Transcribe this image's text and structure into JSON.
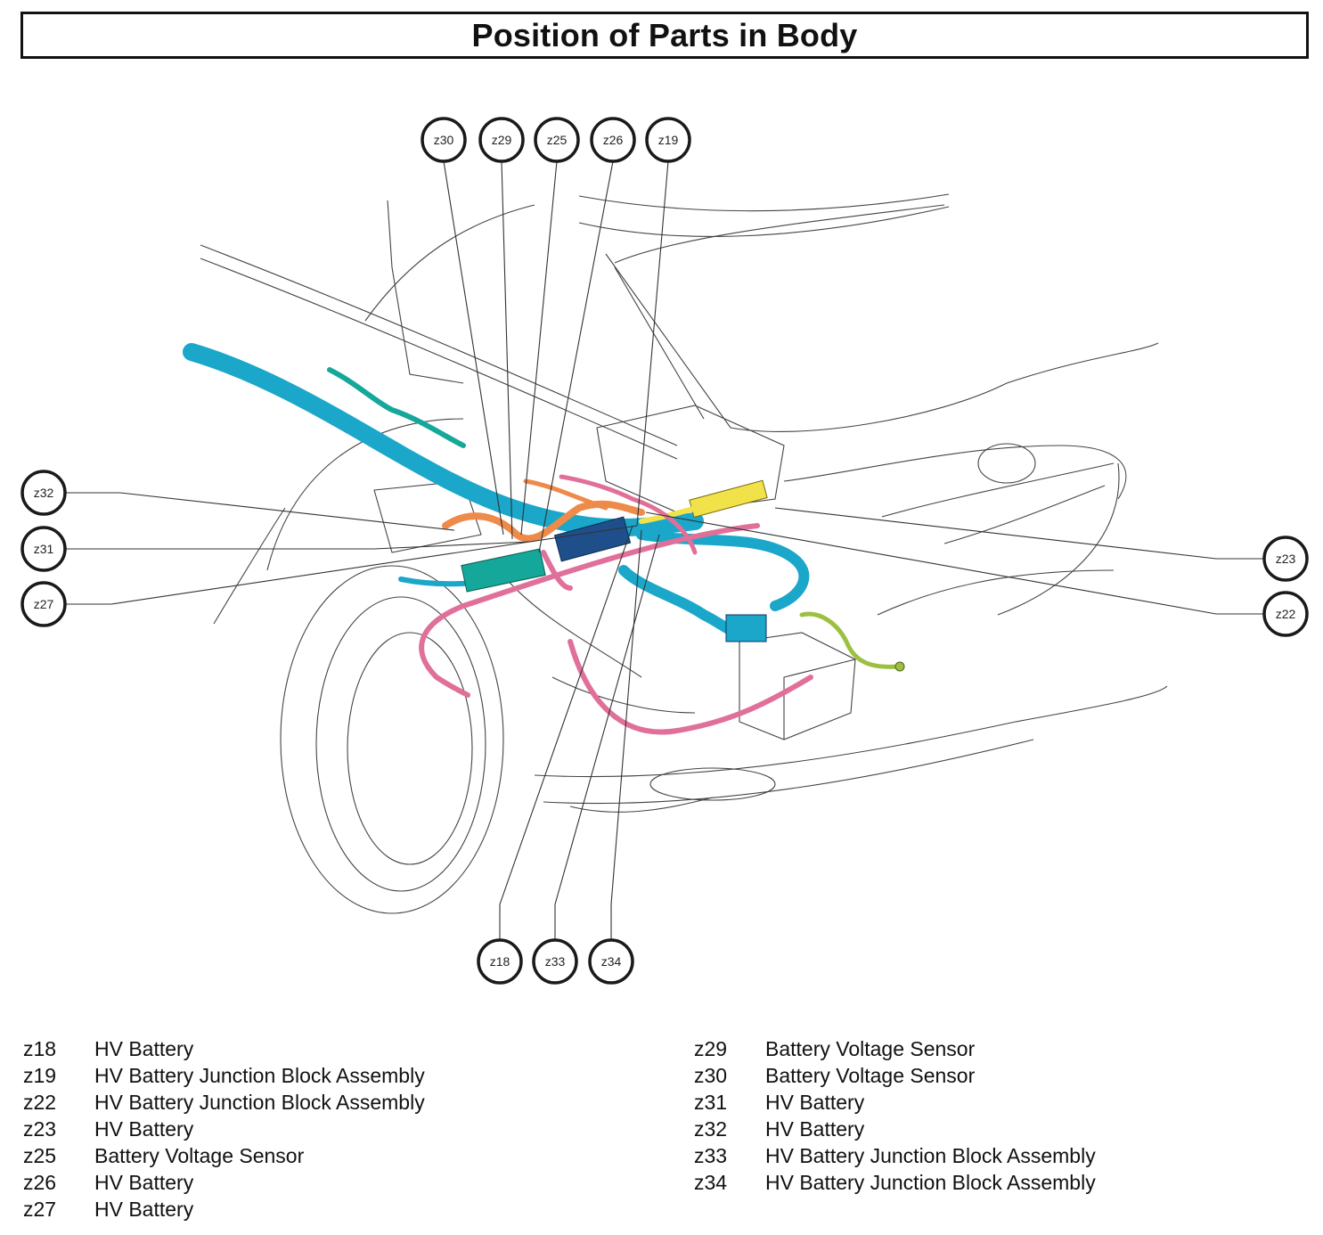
{
  "title": "Position of Parts in Body",
  "callouts": {
    "z30": "z30",
    "z29": "z29",
    "z25": "z25",
    "z26": "z26",
    "z19": "z19",
    "z32": "z32",
    "z31": "z31",
    "z27": "z27",
    "z23": "z23",
    "z22": "z22",
    "z18": "z18",
    "z33": "z33",
    "z34": "z34"
  },
  "legend_left": [
    {
      "code": "z18",
      "name": "HV Battery"
    },
    {
      "code": "z19",
      "name": "HV Battery Junction Block Assembly"
    },
    {
      "code": "z22",
      "name": "HV Battery Junction Block Assembly"
    },
    {
      "code": "z23",
      "name": "HV Battery"
    },
    {
      "code": "z25",
      "name": "Battery Voltage Sensor"
    },
    {
      "code": "z26",
      "name": "HV Battery"
    },
    {
      "code": "z27",
      "name": "HV Battery"
    }
  ],
  "legend_right": [
    {
      "code": "z29",
      "name": "Battery Voltage Sensor"
    },
    {
      "code": "z30",
      "name": "Battery Voltage Sensor"
    },
    {
      "code": "z31",
      "name": "HV Battery"
    },
    {
      "code": "z32",
      "name": "HV Battery"
    },
    {
      "code": "z33",
      "name": "HV Battery Junction Block Assembly"
    },
    {
      "code": "z34",
      "name": "HV Battery Junction Block Assembly"
    }
  ],
  "colors": {
    "harness_blue": "#1aa7c9",
    "harness_teal": "#15a89a",
    "harness_pink": "#e0709a",
    "harness_orange": "#ee8a4a",
    "harness_yellow": "#f2e24a",
    "harness_green": "#9cc040"
  }
}
